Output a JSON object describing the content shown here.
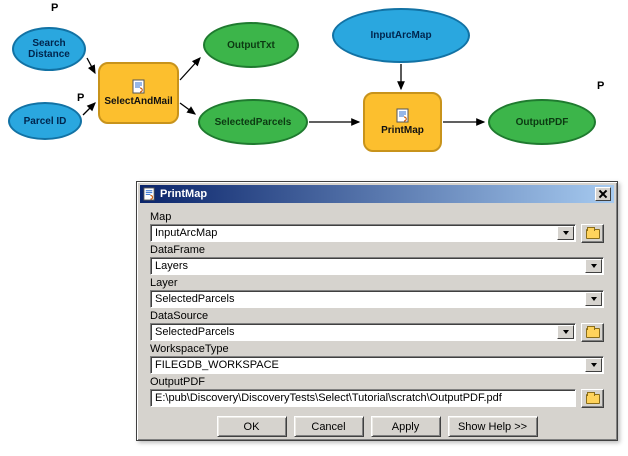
{
  "diagram": {
    "param_label": "P",
    "nodes": {
      "search_distance": "Search Distance",
      "parcel_id": "Parcel ID",
      "select_and_mail": "SelectAndMail",
      "output_txt": "OutputTxt",
      "selected_parcels": "SelectedParcels",
      "input_arcmap": "InputArcMap",
      "print_map": "PrintMap",
      "output_pdf": "OutputPDF"
    }
  },
  "dialog": {
    "title": "PrintMap",
    "fields": [
      {
        "label": "Map",
        "value": "InputArcMap"
      },
      {
        "label": "DataFrame",
        "value": "Layers"
      },
      {
        "label": "Layer",
        "value": "SelectedParcels"
      },
      {
        "label": "DataSource",
        "value": "SelectedParcels"
      },
      {
        "label": "WorkspaceType",
        "value": "FILEGDB_WORKSPACE"
      },
      {
        "label": "OutputPDF",
        "value": "E:\\pub\\Discovery\\DiscoveryTests\\Select\\Tutorial\\scratch\\OutputPDF.pdf"
      }
    ],
    "buttons": {
      "ok": "OK",
      "cancel": "Cancel",
      "apply": "Apply",
      "help": "Show Help >>"
    }
  }
}
